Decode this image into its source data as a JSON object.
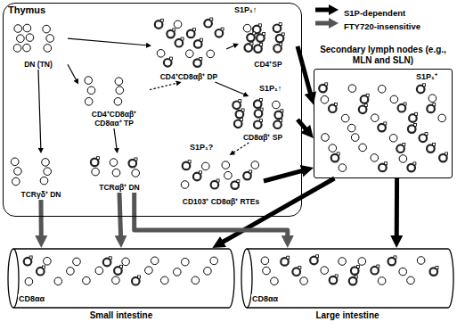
{
  "diagram": {
    "nodes": [
      {
        "text": [
          "Thymus"
        ]
      },
      {
        "text": [
          "DN (TN)"
        ],
        "in": 0
      },
      {
        "text": [
          "CD4⁺CD8αβ⁺ CD8αα⁺ TP"
        ],
        "in": 0
      },
      {
        "text": [
          "TCRγδ⁺ DN"
        ],
        "in": 0
      },
      {
        "text": [
          "TCRαβ⁺ DN"
        ],
        "in": 0
      },
      {
        "text": [
          "CD4⁺CD8αβ⁺ DP"
        ],
        "in": 0
      },
      {
        "text": [
          "CD4⁺SP"
        ],
        "in": 0
      },
      {
        "text": [
          "CD8αβ⁺ SP"
        ],
        "in": 0
      },
      {
        "text": [
          "CD103⁺ CD8αβ⁺ RTEs"
        ],
        "in": 0
      },
      {
        "text": [
          "Secondary lymph nodes (e.g., MLN and SLN)"
        ]
      },
      {
        "text": [
          "Small intestine"
        ]
      },
      {
        "text": [
          "Large intestine"
        ]
      }
    ],
    "edges": [
      {
        "from": 1,
        "to": 2,
        "arrow": "to"
      },
      {
        "from": 1,
        "to": 5,
        "arrow": "to"
      },
      {
        "from": 1,
        "to": 3,
        "arrow": "to"
      },
      {
        "from": 2,
        "to": 4,
        "arrow": "to"
      },
      {
        "from": 2,
        "to": 5,
        "arrow": "to"
      },
      {
        "from": 5,
        "to": 6,
        "arrow": "to"
      },
      {
        "from": 5,
        "to": 7,
        "arrow": "to"
      },
      {
        "from": 7,
        "to": 8,
        "arrow": "to"
      },
      {
        "from": 6,
        "to": 9,
        "arrow": "to"
      },
      {
        "from": 7,
        "to": 9,
        "arrow": "to"
      },
      {
        "from": 8,
        "to": 9,
        "arrow": "to"
      },
      {
        "from": 9,
        "to": 10,
        "arrow": "to"
      },
      {
        "from": 9,
        "to": 11,
        "arrow": "to"
      },
      {
        "from": 3,
        "to": 10,
        "arrow": "to"
      },
      {
        "from": 4,
        "to": 10,
        "arrow": "to"
      },
      {
        "from": 4,
        "to": 11,
        "arrow": "to"
      }
    ],
    "labels": [
      "S1P₁↑",
      "S1P₁↑",
      "S1P₁?",
      "S1P₁⁺",
      "CD8αα",
      "CD8αα"
    ],
    "legend": [
      {
        "text": "S1P-dependent"
      },
      {
        "text": "FTY720-insensitive"
      }
    ]
  }
}
